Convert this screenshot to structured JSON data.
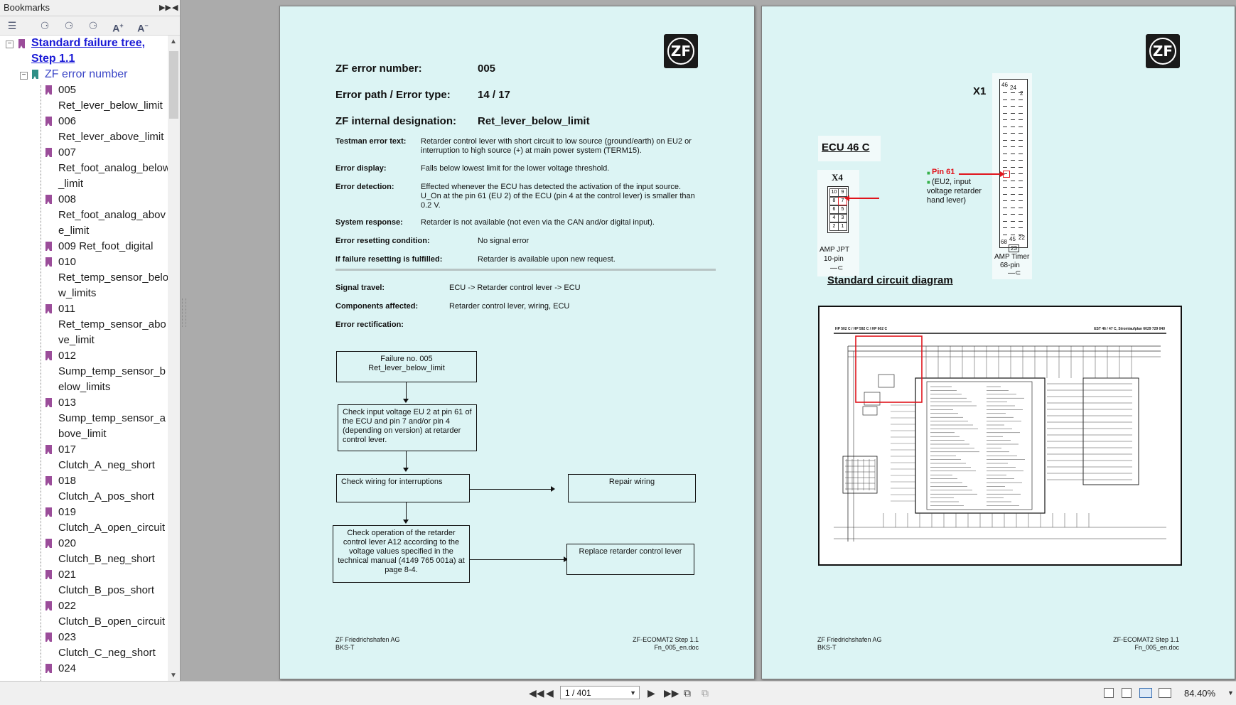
{
  "sidebar": {
    "title": "Bookmarks",
    "root": [
      "Standard failure tree,",
      "Step 1.1"
    ],
    "sub": "ZF error number",
    "entries": [
      {
        "code": "005",
        "name": [
          "Ret_lever_below_limit"
        ]
      },
      {
        "code": "006",
        "name": [
          "Ret_lever_above_limit"
        ]
      },
      {
        "code": "007",
        "name": [
          "Ret_foot_analog_below",
          "_limit"
        ]
      },
      {
        "code": "008",
        "name": [
          "Ret_foot_analog_abov",
          "e_limit"
        ]
      },
      {
        "code": "009 Ret_foot_digital",
        "name": []
      },
      {
        "code": "010",
        "name": [
          "Ret_temp_sensor_belo",
          "w_limits"
        ]
      },
      {
        "code": "011",
        "name": [
          "Ret_temp_sensor_abo",
          "ve_limit"
        ]
      },
      {
        "code": "012",
        "name": [
          "Sump_temp_sensor_b",
          "elow_limits"
        ]
      },
      {
        "code": "013",
        "name": [
          "Sump_temp_sensor_a",
          "bove_limit"
        ]
      },
      {
        "code": "017",
        "name": [
          "Clutch_A_neg_short"
        ]
      },
      {
        "code": "018",
        "name": [
          "Clutch_A_pos_short"
        ]
      },
      {
        "code": "019",
        "name": [
          "Clutch_A_open_circuit"
        ]
      },
      {
        "code": "020",
        "name": [
          "Clutch_B_neg_short"
        ]
      },
      {
        "code": "021",
        "name": [
          "Clutch_B_pos_short"
        ]
      },
      {
        "code": "022",
        "name": [
          "Clutch_B_open_circuit"
        ]
      },
      {
        "code": "023",
        "name": [
          "Clutch_C_neg_short"
        ]
      },
      {
        "code": "024",
        "name": []
      }
    ]
  },
  "page1": {
    "logo": "ZF",
    "rows": [
      {
        "label": "ZF error number:",
        "value": "005"
      },
      {
        "label": "Error path / Error type:",
        "value": "14 / 17"
      },
      {
        "label": "ZF internal designation:",
        "value": "Ret_lever_below_limit"
      }
    ],
    "details": [
      {
        "label": "Testman error text:",
        "value": "Retarder control lever with short circuit to low source (ground/earth) on EU2 or interruption to high source (+) at main power system (TERM15)."
      },
      {
        "label": "Error display:",
        "value": "Falls below lowest limit for the lower voltage threshold."
      },
      {
        "label": "Error detection:",
        "value": "Effected whenever the ECU has detected the activation of the input source. U_On at the pin 61 (EU 2) of the ECU (pin 4 at the control lever) is smaller than 0.2 V."
      },
      {
        "label": "System response:",
        "value": "Retarder is not available (not even via the CAN and/or digital input)."
      },
      {
        "label": "Error resetting condition:",
        "value": "No signal error"
      },
      {
        "label": "If failure resetting is fulfilled:",
        "value": "Retarder is available upon new request."
      }
    ],
    "signal_label": "Signal travel:",
    "signal_value": "ECU -> Retarder control lever -> ECU",
    "components_label": "Components affected:",
    "components_value": "Retarder control lever, wiring, ECU",
    "rect_label": "Error rectification:",
    "flow": {
      "start": "Failure no. 005 Ret_lever_below_limit",
      "check1": "Check input voltage EU 2 at pin 61 of the ECU and pin 7 and/or pin 4 (depending on version) at retarder control lever.",
      "check2": "Check wiring for interruptions",
      "repair": "Repair wiring",
      "check3": "Check operation of the retarder control lever A12 according to the voltage values specified in the technical manual (4149 765 001a) at page 8-4.",
      "replace": "Replace retarder control lever"
    },
    "footer_left": [
      "ZF Friedrichshafen AG",
      "BKS-T"
    ],
    "footer_right": [
      "ZF-ECOMAT2  Step 1.1",
      "Fn_005_en.doc"
    ]
  },
  "page2": {
    "logo": "ZF",
    "ecu_title": "ECU 46 C",
    "x4": "X4",
    "x1": "X1",
    "amp_jpt": [
      "AMP JPT",
      "10-pin"
    ],
    "amp_timer": [
      "AMP Timer",
      "68-pin"
    ],
    "pin_label": "Pin 61",
    "pin_desc": [
      "(EU2, input",
      "voltage retarder",
      "hand lever)"
    ],
    "x4_pins": [
      "10",
      "9",
      "8",
      "7",
      "6",
      "5",
      "4",
      "3",
      "2",
      "1"
    ],
    "x1_top": [
      "46",
      "24",
      "2"
    ],
    "x1_bottom": [
      "68",
      "45",
      "22",
      "23"
    ],
    "circuit_title": "Standard circuit diagram",
    "diagram_header_left": "HP 502 C / HP 592 C / HP 602 C",
    "diagram_header_right": "EST 46 / 47 C, Stromlaufplan 6029 729 040",
    "footer_left": [
      "ZF Friedrichshafen AG",
      "BKS-T"
    ],
    "footer_right": [
      "ZF-ECOMAT2  Step 1.1",
      "Fn_005_en.doc"
    ]
  },
  "toolbar": {
    "page_display": "1 / 401",
    "zoom": "84.40%"
  },
  "colors": {
    "page_bg": "#dcf4f4",
    "highlight": "#e0141c",
    "bookmark": "#9b4d9a"
  }
}
